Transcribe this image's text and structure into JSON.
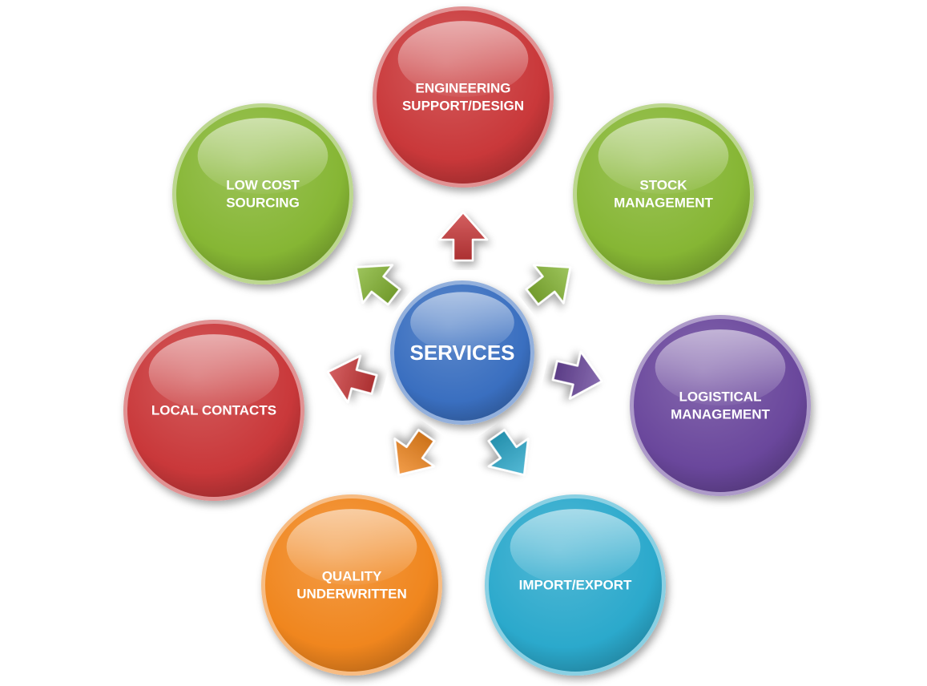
{
  "center": {
    "label": [
      "SERVICES"
    ],
    "color": "#3a6fc0"
  },
  "nodes": [
    {
      "id": "engineering",
      "label": [
        "ENGINEERING",
        "SUPPORT/DESIGN"
      ],
      "color": "#c9383a",
      "arrow_color": "#c9383a"
    },
    {
      "id": "stock",
      "label": [
        "STOCK",
        "MANAGEMENT"
      ],
      "color": "#86b634",
      "arrow_color": "#86b634"
    },
    {
      "id": "logistical",
      "label": [
        "LOGISTICAL",
        "MANAGEMENT"
      ],
      "color": "#6a479c",
      "arrow_color": "#6a479c"
    },
    {
      "id": "import-export",
      "label": [
        "IMPORT/EXPORT"
      ],
      "color": "#2ba9cc",
      "arrow_color": "#2ba9cc"
    },
    {
      "id": "quality",
      "label": [
        "QUALITY",
        "UNDERWRITTEN"
      ],
      "color": "#f0861e",
      "arrow_color": "#f0861e"
    },
    {
      "id": "local-contacts",
      "label": [
        "LOCAL CONTACTS"
      ],
      "color": "#c9383a",
      "arrow_color": "#c9383a"
    },
    {
      "id": "low-cost",
      "label": [
        "LOW COST",
        "SOURCING"
      ],
      "color": "#86b634",
      "arrow_color": "#86b634"
    }
  ]
}
